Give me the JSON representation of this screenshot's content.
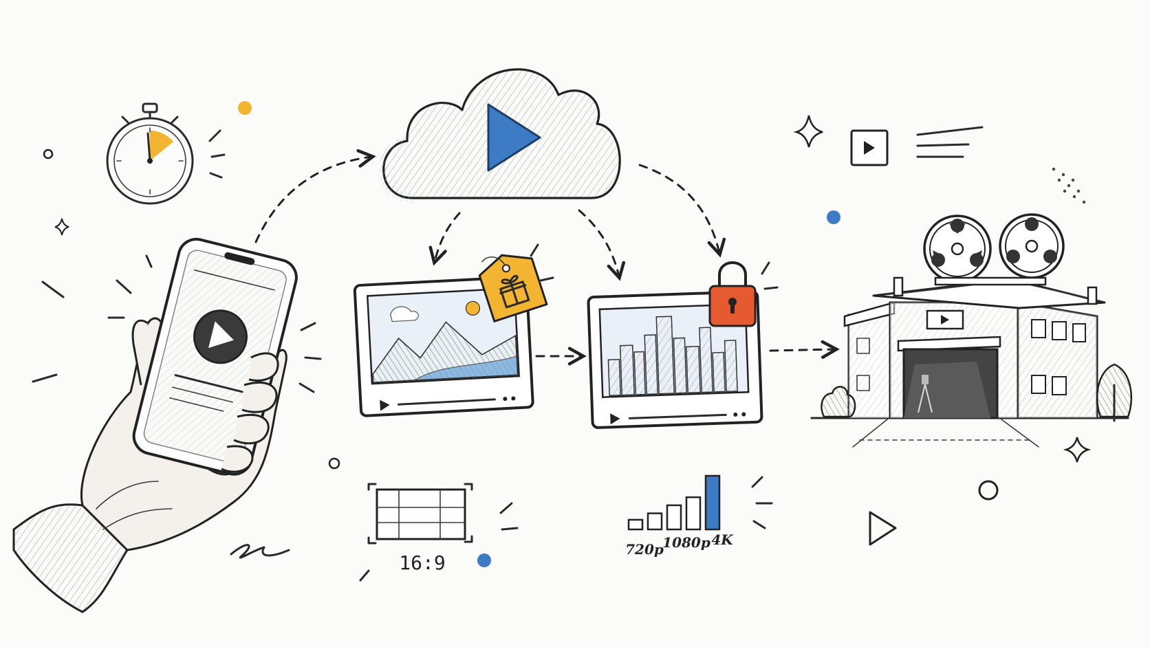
{
  "aspect_ratio_label": "16:9",
  "quality_labels": [
    "720p",
    "1080p",
    "4K"
  ],
  "quality_levels": [
    0.18,
    0.3,
    0.45,
    0.6,
    1.0
  ],
  "colors": {
    "accent_blue": "#3d7cc4",
    "accent_yellow": "#f2b431",
    "accent_orange": "#e65a32",
    "ink": "#222222",
    "paper": "#fbfbfa"
  },
  "icons": [
    "stopwatch-icon",
    "cloud-play-icon",
    "phone-in-hand-icon",
    "price-tag-gift-icon",
    "padlock-icon",
    "film-studio-icon",
    "film-reel-icon",
    "aspect-ratio-frame-icon",
    "quality-bars-icon",
    "play-card-icon"
  ]
}
